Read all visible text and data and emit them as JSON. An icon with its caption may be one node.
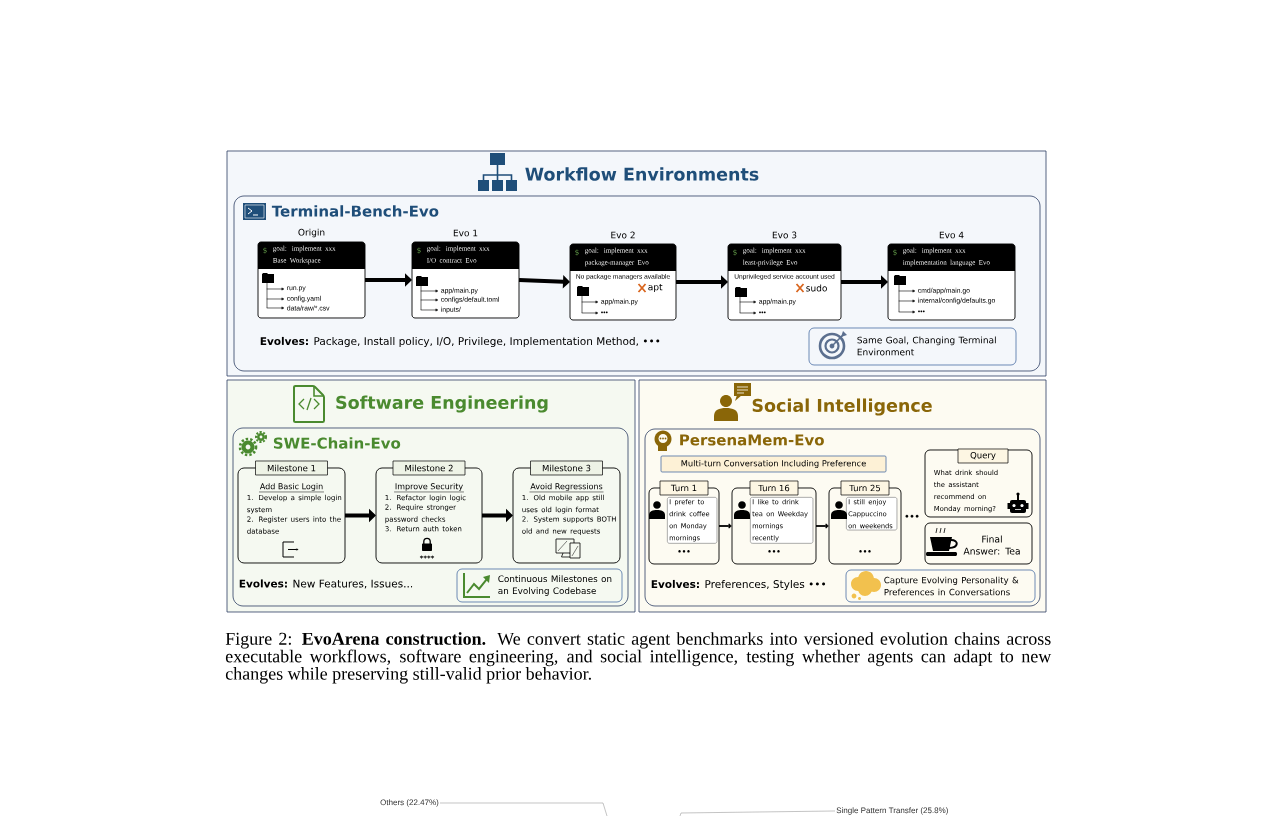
{
  "diagram": {
    "caption": "Figure 2: **EvoArena construction.** We convert static agent benchmarks into versioned evolution chains across executable workflows, software engineering, and social intelligence, testing whether agents can adapt to new changes while preserving still-valid prior behavior.",
    "nodes": [
      {
        "text": [
          "Workflow Environments"
        ]
      },
      {
        "text": [
          "Terminal-Bench-Evo",
          "**Evolves:** Package, Install policy, I/O, Privilege, Implementation Method, •••"
        ],
        "in": 0
      },
      {
        "text": [
          "$",
          "goal: implement xxx Base Workspace",
          "run.py",
          "config.yaml",
          "data/raw/*.csv"
        ],
        "beside": [
          "Origin"
        ],
        "in": 1
      },
      {
        "text": [
          "$",
          "goal: implement xxx I/O contract Evo",
          "app/main.py",
          "configs/default.toml",
          "inputs/"
        ],
        "beside": [
          "Evo 1"
        ],
        "in": 1
      },
      {
        "text": [
          "$",
          "goal: implement xxx package-manager Evo",
          "No package managers available",
          "apt",
          "app/main.py",
          "•••"
        ],
        "beside": [
          "Evo 2"
        ],
        "in": 1
      },
      {
        "text": [
          "$",
          "goal: implement xxx least-privilege Evo",
          "Unprivileged service account used",
          "sudo",
          "app/main.py",
          "•••"
        ],
        "beside": [
          "Evo 3"
        ],
        "in": 1
      },
      {
        "text": [
          "$",
          "goal: implement xxx implementation language Evo",
          "cmd/app/main.go",
          "internal/config/defaults.go",
          "•••"
        ],
        "beside": [
          "Evo 4"
        ],
        "in": 1
      },
      {
        "text": [
          "Same Goal, Changing Terminal Environment"
        ],
        "in": 1
      },
      {
        "text": [
          "Software Engineering"
        ]
      },
      {
        "text": [
          "SWE-Chain-Evo",
          "**Evolves:** New Features, Issues..."
        ],
        "in": 8
      },
      {
        "text": [
          "Milestone 1",
          "Add Basic Login",
          "1. Develop a simple login system",
          "2. Register users into the database"
        ],
        "in": 9
      },
      {
        "text": [
          "Milestone 2",
          "Improve Security",
          "1. Refactor login logic",
          "2. Require stronger password checks",
          "3. Return auth token",
          "****"
        ],
        "in": 9
      },
      {
        "text": [
          "Milestone 3",
          "Avoid Regressions",
          "1. Old mobile app still uses old login format",
          "2. System supports BOTH old and new requests"
        ],
        "in": 9
      },
      {
        "text": [
          "Continuous Milestones on an Evolving Codebase"
        ],
        "in": 9
      },
      {
        "text": [
          "Social Intelligence"
        ]
      },
      {
        "text": [
          "PersenaMem-Evo",
          "**Evolves:** Preferences, Styles •••"
        ],
        "in": 14
      },
      {
        "text": [
          "Multi-turn Conversation Including Preference"
        ],
        "in": 15
      },
      {
        "text": [
          "Turn 1",
          "I prefer to drink coffee on Monday mornings",
          "•••"
        ],
        "in": 15
      },
      {
        "text": [
          "Turn 16",
          "I like to drink tea on Weekday mornings recently",
          "•••"
        ],
        "in": 15
      },
      {
        "text": [
          "Turn 25",
          "I still enjoy Cappuccino on weekends",
          "•••"
        ],
        "in": 15
      },
      {
        "text": [
          "Query",
          "What drink should the assistant recommend on Monday morning?"
        ],
        "in": 15
      },
      {
        "text": [
          "Final Answer: Tea"
        ],
        "in": 15
      },
      {
        "text": [
          "Capture Evolving Personality & Preferences in Conversations"
        ],
        "in": 15
      },
      {
        "text": [
          "Others (22.47%)"
        ]
      },
      {
        "text": [
          "Single Pattern Transfer (25.8%)"
        ]
      }
    ],
    "edges": [
      {
        "from": 2,
        "to": 3,
        "arrow": "to"
      },
      {
        "from": 3,
        "to": 4,
        "arrow": "to"
      },
      {
        "from": 4,
        "to": 5,
        "arrow": "to"
      },
      {
        "from": 5,
        "to": 6,
        "arrow": "to"
      },
      {
        "from": 10,
        "to": 11,
        "arrow": "to"
      },
      {
        "from": 11,
        "to": 12,
        "arrow": "to"
      },
      {
        "from": 17,
        "to": 18,
        "arrow": "to"
      },
      {
        "from": 18,
        "to": 19,
        "arrow": "to"
      },
      {
        "from": 23,
        "to": null,
        "arrow": "none",
        "color": "#888888"
      },
      {
        "from": 24,
        "to": null,
        "arrow": "none",
        "color": "#888888"
      }
    ],
    "labels": [
      "•••"
    ]
  }
}
